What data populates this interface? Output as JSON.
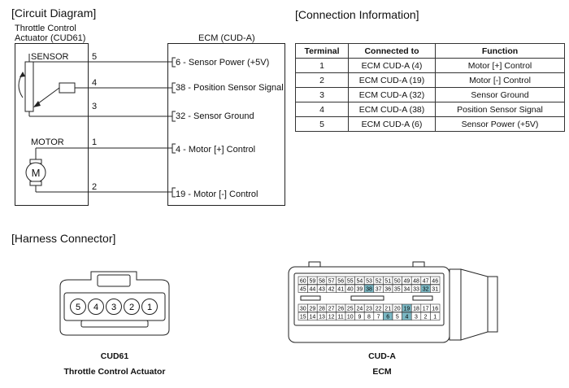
{
  "circuit": {
    "title": "[Circuit Diagram]",
    "actuator_label_line1": "Throttle Control",
    "actuator_label_line2": "Actuator (CUD61)",
    "ecm_label": "ECM (CUD-A)",
    "sensor_label": "SENSOR",
    "motor_label": "MOTOR",
    "motor_symbol": "M",
    "pins": [
      "5",
      "4",
      "3",
      "1",
      "2"
    ],
    "ecm_pins": [
      "6 - Sensor Power (+5V)",
      "38 - Position Sensor Signal",
      "32 - Sensor Ground",
      "4 - Motor [+] Control",
      "19 - Motor [-] Control"
    ]
  },
  "connection": {
    "title": "[Connection Information]",
    "headers": [
      "Terminal",
      "Connected to",
      "Function"
    ],
    "rows": [
      [
        "1",
        "ECM CUD-A (4)",
        "Motor [+] Control"
      ],
      [
        "2",
        "ECM CUD-A (19)",
        "Motor [-] Control"
      ],
      [
        "3",
        "ECM CUD-A (32)",
        "Sensor Ground"
      ],
      [
        "4",
        "ECM CUD-A (38)",
        "Position Sensor Signal"
      ],
      [
        "5",
        "ECM CUD-A (6)",
        "Sensor Power (+5V)"
      ]
    ]
  },
  "harness": {
    "title": "[Harness Connector]",
    "cud61_pins": [
      "5",
      "4",
      "3",
      "2",
      "1"
    ],
    "cud61_caption_line1": "CUD61",
    "cud61_caption_line2": "Throttle Control Actuator",
    "cuda_caption_line1": "CUD-A",
    "cuda_caption_line2": "ECM",
    "cuda_rows": [
      [
        "60",
        "59",
        "58",
        "57",
        "56",
        "55",
        "54",
        "53",
        "52",
        "51",
        "50",
        "49",
        "48",
        "47",
        "46"
      ],
      [
        "45",
        "44",
        "43",
        "42",
        "41",
        "40",
        "39",
        "38",
        "37",
        "36",
        "35",
        "34",
        "33",
        "32",
        "31"
      ],
      [
        "30",
        "29",
        "28",
        "27",
        "26",
        "25",
        "24",
        "23",
        "22",
        "21",
        "20",
        "19",
        "18",
        "17",
        "16"
      ],
      [
        "15",
        "14",
        "13",
        "12",
        "11",
        "10",
        "9",
        "8",
        "7",
        "6",
        "5",
        "4",
        "3",
        "2",
        "1"
      ]
    ],
    "highlighted_pins": [
      "38",
      "32",
      "19",
      "6",
      "4"
    ],
    "highlight_color": "#7ab7c3"
  }
}
